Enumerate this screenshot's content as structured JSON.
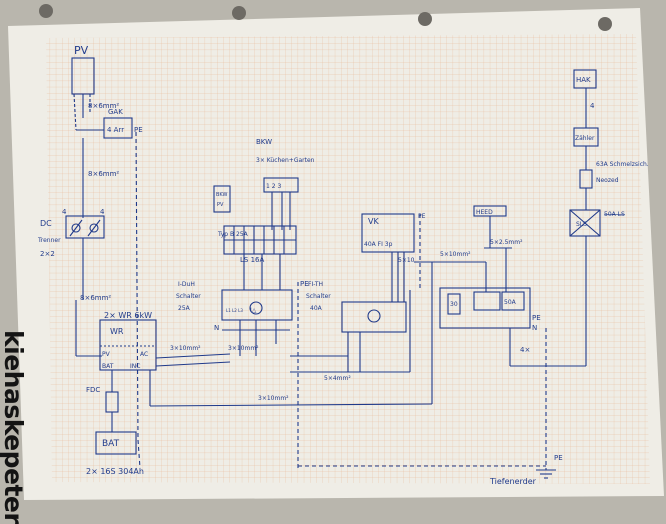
{
  "brand": "kiehaskepeter",
  "labels": {
    "pv": "PV",
    "pv_cable": "8×6mm²",
    "gak": "GAK",
    "gak_sub": "4 Arr",
    "pe_gak": "PE",
    "cable_8x6_b": "8×6mm²",
    "dc_num_left": "4",
    "dc_num_right": "4",
    "dc": "DC",
    "dc_sub": "Trenner",
    "dc_sub2": "2×2",
    "cable_8x6_c": "8×6mm²",
    "inverter_l1": "2× WR 6kW",
    "inverter_l2": "WR",
    "pv_term": "PV",
    "ac_term": "AC",
    "bat_term": "BAT",
    "inc_term": "INC",
    "fdc": "FDC",
    "bat": "BAT",
    "bat_sub": "2× 16S 304Ah",
    "bkw": "BKW",
    "bkw_sub": "3× Küchen+Garten",
    "terminals_top": "1  2  3",
    "bkw_small": "BKW",
    "bkw_small2": "PV",
    "ls16_label": "Typ B 25A",
    "ls16": "LS 16A",
    "rcd_hdr": "I-DuH",
    "rcd_sub": "Schalter",
    "rcd_a": "25A",
    "rcd_inner": "I△",
    "n_left": "N",
    "pe_mid": "PE",
    "rcd2_l1": "FI-TH",
    "rcd2_l2": "Schalter",
    "rcd2_l3": "40A",
    "cable_3x10_a": "3×10mm²",
    "cable_3x10_b": "3×10mm²",
    "cable_5x4": "5×4mm²",
    "cable_3x10_c": "3×10mm²",
    "vk": "VK",
    "vk_sub": "40A FI 3p",
    "pe_vk": "PE",
    "cable_5x10": "5×10",
    "cable_5x10_b": "5×10mm²",
    "heed": "HEED",
    "cable_5x25": "5×2.5mm²",
    "box30": "30",
    "box50": "50A",
    "pe_right": "PE",
    "n_right": "N",
    "four_x": "4×",
    "hak": "HAK",
    "hak_num": "4",
    "zahler": "Zähler",
    "fuse63": "63A Schmelzsich.",
    "fuse63_sub": "Neozed",
    "sls": "SLS",
    "sls_strike": "50A LS",
    "tiefenerder": "Tiefenerder",
    "pe_ground": "PE",
    "ln_t": "L1 L2 L3"
  }
}
